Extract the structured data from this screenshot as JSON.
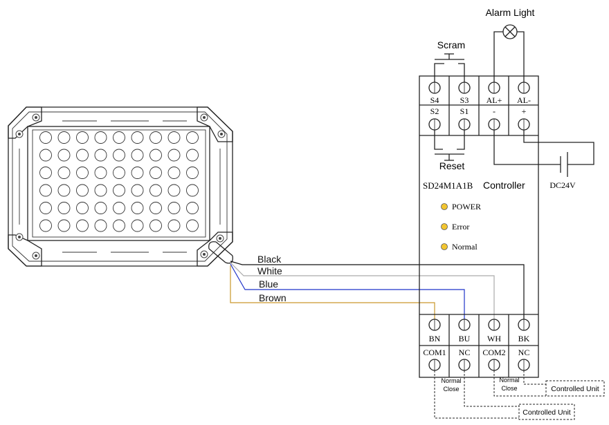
{
  "alarm_light_label": "Alarm Light",
  "scram_label": "Scram",
  "reset_label": "Reset",
  "dc_label": "DC24V",
  "controller_model": "SD24M1A1B",
  "controller_word": "Controller",
  "top_row_upper": [
    "S4",
    "S3",
    "AL+",
    "AL-"
  ],
  "top_row_lower": [
    "S2",
    "S1",
    "-",
    "+"
  ],
  "indicators": [
    {
      "label": "POWER",
      "color": "#f2c531"
    },
    {
      "label": "Error",
      "color": "#f2c531"
    },
    {
      "label": "Normal",
      "color": "#f2c531"
    }
  ],
  "wires": [
    {
      "name": "Black",
      "color": "#111111"
    },
    {
      "name": "White",
      "color": "#aaaaaa"
    },
    {
      "name": "Blue",
      "color": "#1f33c9"
    },
    {
      "name": "Brown",
      "color": "#c9982a"
    }
  ],
  "bottom_row_upper": [
    "BN",
    "BU",
    "WH",
    "BK"
  ],
  "bottom_row_lower": [
    "COM1",
    "NC",
    "COM2",
    "NC"
  ],
  "normal_close_label_1": "Normal",
  "normal_close_label_2": "Close",
  "controlled_unit_label": "Controlled Unit"
}
